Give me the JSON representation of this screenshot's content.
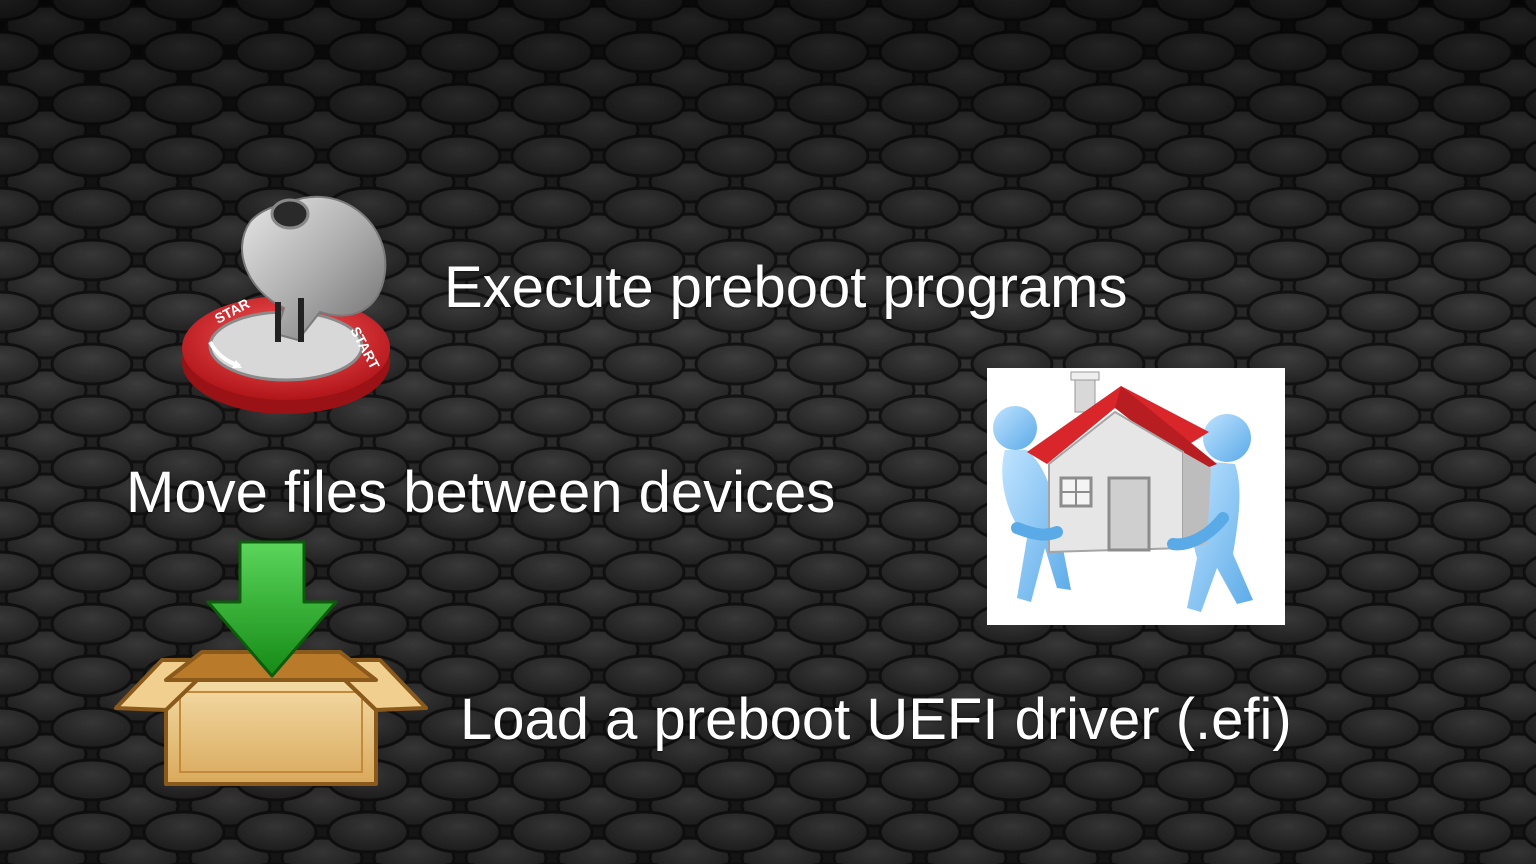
{
  "slide": {
    "lines": [
      {
        "text": "Execute preboot programs"
      },
      {
        "text": "Move files between devices"
      },
      {
        "text": "Load a preboot UEFI driver (.efi)"
      }
    ],
    "images": {
      "key": {
        "icon": "start-key-icon",
        "ring_text": "START"
      },
      "house": {
        "icon": "house-movers-icon"
      },
      "box": {
        "icon": "box-download-icon"
      }
    },
    "colors": {
      "text": "#ffffff",
      "background": "#1a1a1a",
      "key_ring": "#e0282a",
      "roof": "#d9262b",
      "figure": "#7cc0f2",
      "arrow": "#1e9d1e",
      "box": "#e2bd7a"
    }
  }
}
